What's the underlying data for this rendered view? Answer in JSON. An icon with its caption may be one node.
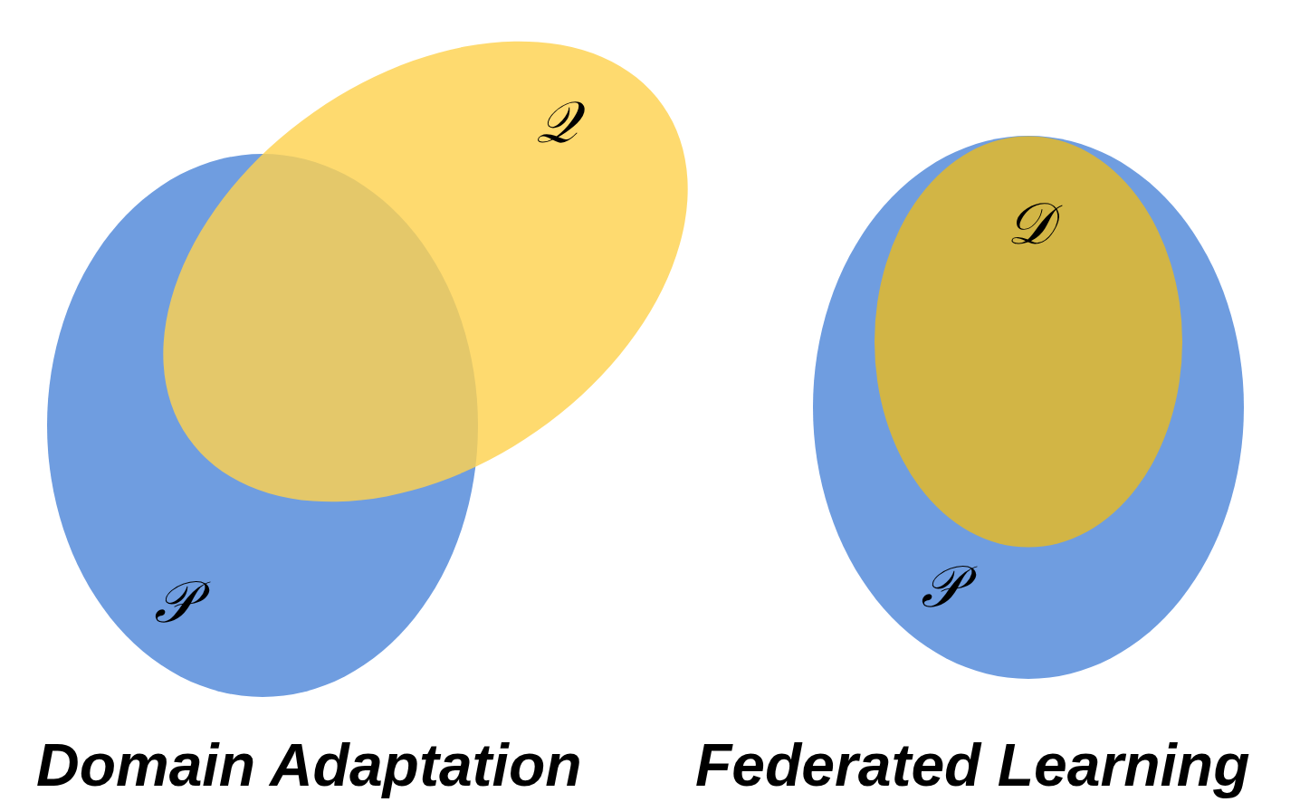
{
  "diagram": {
    "nodes": [
      {
        "text": [
          "𝒬"
        ]
      },
      {
        "text": [
          "𝒫"
        ]
      },
      {
        "text": [
          "𝒫"
        ]
      },
      {
        "text": [
          "𝒟"
        ],
        "in": 2
      }
    ],
    "edges": [],
    "labels": [
      "Domain Adaptation",
      "Federated Learning"
    ]
  }
}
